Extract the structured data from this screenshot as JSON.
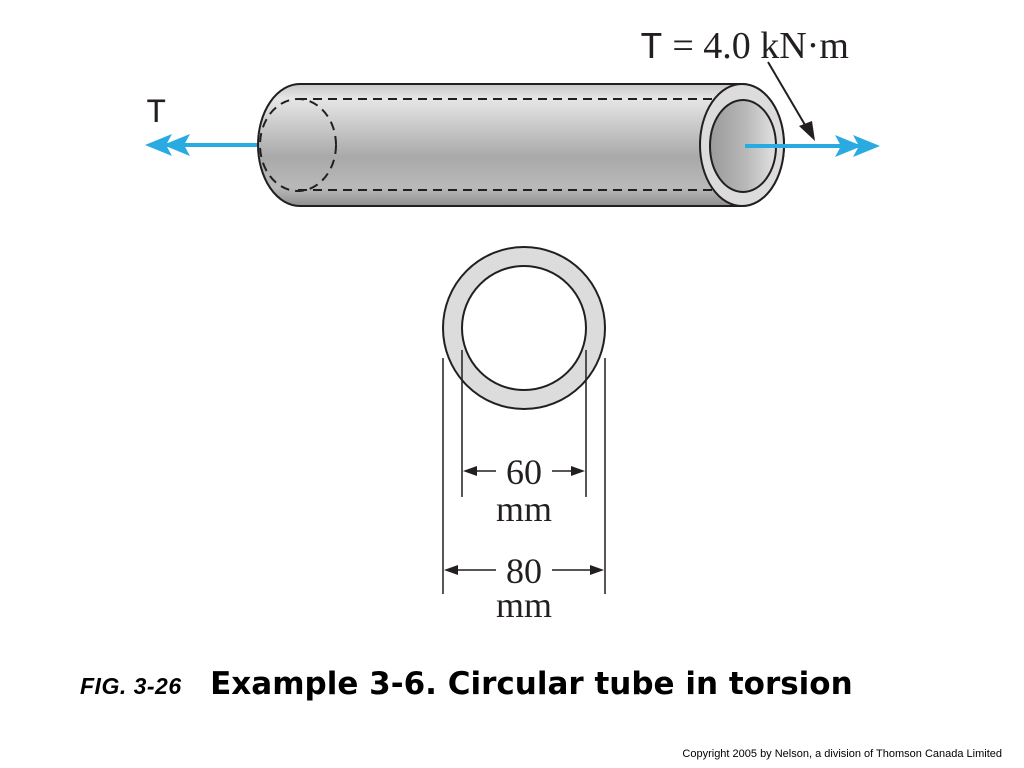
{
  "diagram": {
    "torque_left_label": "T",
    "torque_right_symbol": "T",
    "torque_right_value": " = 4.0 kN·m",
    "inner_dim_value": "60",
    "inner_dim_unit": "mm",
    "outer_dim_value": "80",
    "outer_dim_unit": "mm"
  },
  "caption": {
    "fig_label": "FIG. 3-26",
    "title": "Example 3-6. Circular tube in torsion"
  },
  "copyright": "Copyright 2005 by Nelson, a division of Thomson Canada Limited",
  "colors": {
    "arrow": "#29abe2",
    "tube_face": "#d9d9d9",
    "outline": "#231f20"
  }
}
